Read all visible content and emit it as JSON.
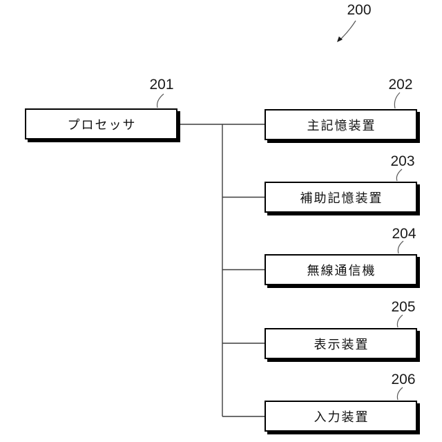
{
  "figure": {
    "reference_label": "200",
    "boxes": [
      {
        "id": "processor",
        "label": "プロセッサ",
        "ref": "201"
      },
      {
        "id": "main-memory",
        "label": "主記憶装置",
        "ref": "202"
      },
      {
        "id": "auxiliary-storage",
        "label": "補助記憶装置",
        "ref": "203"
      },
      {
        "id": "wireless-communicator",
        "label": "無線通信機",
        "ref": "204"
      },
      {
        "id": "display-device",
        "label": "表示装置",
        "ref": "205"
      },
      {
        "id": "input-device",
        "label": "入力装置",
        "ref": "206"
      }
    ],
    "colors": {
      "background": "#ffffff",
      "box_fill": "#ffffff",
      "box_border": "#000000",
      "box_shadow": "#000000",
      "connector_line": "#3c3c3c",
      "leader_line": "#5a5a5a",
      "text": "#111111"
    }
  }
}
